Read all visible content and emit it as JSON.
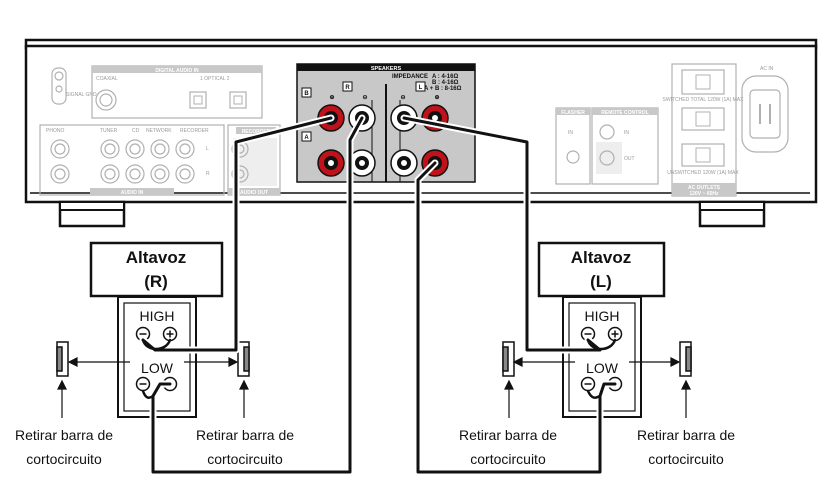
{
  "amplifier": {
    "signal_gnd": "SIGNAL GND",
    "digital_audio_in": "DIGITAL AUDIO IN",
    "coaxial": "COAXIAL",
    "optical": "1  OPTICAL  2",
    "phono": "PHONO",
    "tuner": "TUNER",
    "cd": "CD",
    "network": "NETWORK",
    "recorder": "RECORDER",
    "recorder_out": "RECORDER",
    "audio_in": "AUDIO IN",
    "audio_out": "AUDIO OUT",
    "ch_l": "L",
    "ch_r": "R",
    "speakers": {
      "title": "SPEAKERS",
      "impedance": "IMPEDANCE",
      "spec_a": "A     :  4-16Ω",
      "spec_b": "B     :  4-16Ω",
      "spec_ab": "A + B :  8-16Ω",
      "label_b": "B",
      "label_a": "A",
      "label_r": "R",
      "label_l": "L",
      "plus": "⊕",
      "minus": "⊖"
    },
    "flasher": "FLASHER",
    "remote_control": "REMOTE CONTROL",
    "in": "IN",
    "in2": "IN",
    "out": "OUT",
    "ac_in": "AC IN",
    "switched": "SWITCHED TOTAL\n120W (1A) MAX",
    "unswitched": "UNSWITCHED\n120W (1A) MAX",
    "ac_outlets": "AC OUTLETS",
    "ac_rating": "120V ~ 60Hz"
  },
  "speaker_right": {
    "title": "Altavoz",
    "channel": "(R)",
    "high": "HIGH",
    "low": "LOW"
  },
  "speaker_left": {
    "title": "Altavoz",
    "channel": "(L)",
    "high": "HIGH",
    "low": "LOW"
  },
  "notes": {
    "r_left_1": "Retirar barra de",
    "r_left_2": "cortocircuito",
    "r_right_1": "Retirar barra de",
    "r_right_2": "cortocircuito",
    "l_left_1": "Retirar barra de",
    "l_left_2": "cortocircuito",
    "l_right_1": "Retirar barra de",
    "l_right_2": "cortocircuito"
  },
  "colors": {
    "terminal_red": "#c0121a",
    "panel_gray": "#c8c8c8",
    "outline_gray": "#b0b0b0",
    "cable": "#111111"
  }
}
